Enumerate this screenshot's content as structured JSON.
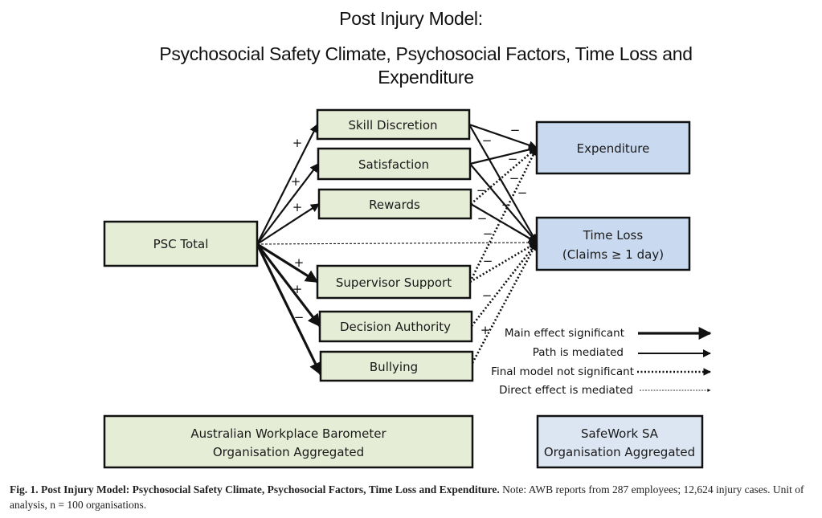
{
  "title": {
    "line1": "Post Injury Model:",
    "line2": "Psychosocial Safety Climate, Psychosocial Factors, Time Loss and Expenditure"
  },
  "colors": {
    "green_fill": "#e6edd6",
    "blue_fill": "#c9daf0",
    "light_blue_fill": "#dce6f2",
    "stroke": "#111111"
  },
  "nodes": {
    "psc_total": "PSC Total",
    "mediators": [
      {
        "id": "skill",
        "label": "Skill Discretion"
      },
      {
        "id": "satisfaction",
        "label": "Satisfaction"
      },
      {
        "id": "rewards",
        "label": "Rewards"
      },
      {
        "id": "supervisor",
        "label": "Supervisor Support"
      },
      {
        "id": "decision",
        "label": "Decision Authority"
      },
      {
        "id": "bullying",
        "label": "Bullying"
      }
    ],
    "expenditure": "Expenditure",
    "time_loss_line1": "Time Loss",
    "time_loss_line2": "(Claims ≥ 1 day)",
    "awb_line1": "Australian Workplace Barometer",
    "awb_line2": "Organisation Aggregated",
    "safework_line1": "SafeWork SA",
    "safework_line2": "Organisation Aggregated"
  },
  "edges": {
    "psc_to_mediators": [
      {
        "to": "skill",
        "sign": "+",
        "style": "mediated"
      },
      {
        "to": "satisfaction",
        "sign": "+",
        "style": "mediated"
      },
      {
        "to": "rewards",
        "sign": "+",
        "style": "mediated"
      },
      {
        "to": "supervisor",
        "sign": "+",
        "style": "main"
      },
      {
        "to": "decision",
        "sign": "+",
        "style": "main"
      },
      {
        "to": "bullying",
        "sign": "−",
        "style": "main"
      }
    ],
    "psc_to_timeloss": {
      "style": "direct-mediated"
    },
    "mediators_to_outcomes": [
      {
        "from": "skill",
        "to": "expenditure",
        "sign": "−",
        "style": "mediated"
      },
      {
        "from": "skill",
        "to": "timeloss",
        "sign": "−",
        "style": "mediated"
      },
      {
        "from": "satisfaction",
        "to": "expenditure",
        "sign": "−",
        "style": "mediated"
      },
      {
        "from": "satisfaction",
        "to": "timeloss",
        "sign": "−",
        "style": "mediated"
      },
      {
        "from": "rewards",
        "to": "expenditure",
        "sign": "−",
        "style": "not-significant"
      },
      {
        "from": "rewards",
        "to": "timeloss",
        "sign": "−",
        "style": "mediated"
      },
      {
        "from": "supervisor",
        "to": "expenditure",
        "sign": "−",
        "style": "not-significant"
      },
      {
        "from": "supervisor",
        "to": "timeloss",
        "sign": "−",
        "style": "not-significant"
      },
      {
        "from": "decision",
        "to": "timeloss",
        "sign": "−",
        "style": "not-significant"
      },
      {
        "from": "bullying",
        "to": "timeloss",
        "sign": "+",
        "style": "not-significant"
      }
    ],
    "extra_signs": [
      "−",
      "−",
      "−"
    ]
  },
  "legend": [
    {
      "label": "Main effect significant",
      "style": "main"
    },
    {
      "label": "Path is mediated",
      "style": "mediated"
    },
    {
      "label": "Final model not significant",
      "style": "not-significant"
    },
    {
      "label": "Direct effect is mediated",
      "style": "direct-mediated"
    }
  ],
  "caption": {
    "bold": "Fig. 1. Post Injury Model: Psychosocial Safety Climate, Psychosocial Factors, Time Loss and Expenditure.",
    "rest": " Note: AWB reports from 287 employees; 12,624 injury cases. Unit of analysis, n = 100 organisations."
  }
}
